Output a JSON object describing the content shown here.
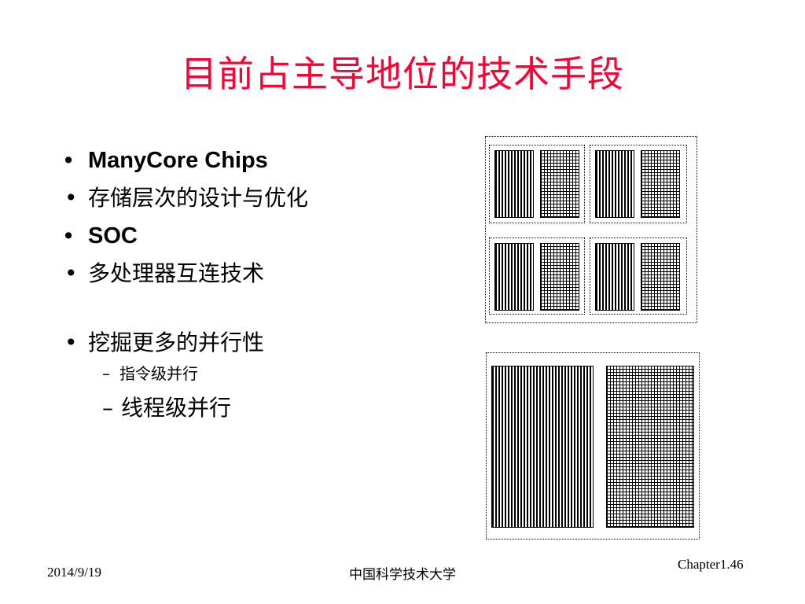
{
  "slide": {
    "title": "目前占主导地位的技术手段",
    "bullet_symbol": "•",
    "dash_symbol": "–",
    "bullets_group1": [
      "ManyCore Chips",
      "存储层次的设计与优化",
      "SOC",
      "多处理器互连技术"
    ],
    "bullet_group2": "挖掘更多的并行性",
    "sub_items": [
      "指令级并行",
      "线程级并行"
    ]
  },
  "footer": {
    "date": "2014/9/19",
    "organization": "中国科学技术大学",
    "chapter": "Chapter1.46"
  },
  "colors": {
    "title": "#ff0033",
    "text": "#000000",
    "background": "#ffffff"
  },
  "figure": {
    "top_chip_cores": 4,
    "bottom_chip_cores": 1,
    "bank_patterns": [
      "vertical-bars",
      "grid"
    ]
  }
}
